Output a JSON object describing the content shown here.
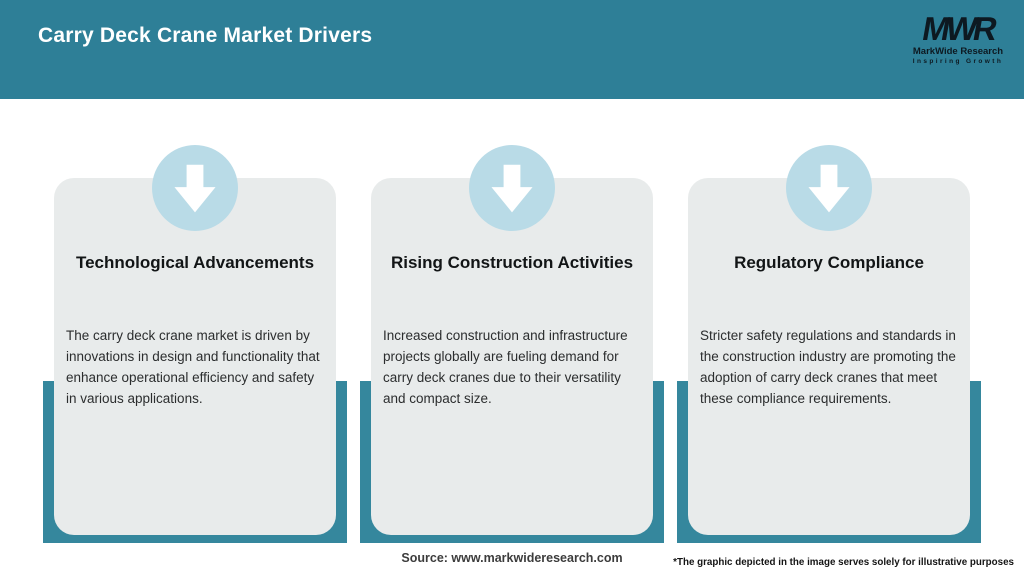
{
  "header": {
    "title": "Carry Deck Crane Market Drivers",
    "logo": {
      "monogram": "MWR",
      "name": "MarkWide Research",
      "tagline": "Inspiring Growth"
    }
  },
  "cards": [
    {
      "icon": "down-arrow-icon",
      "title": "Technological Advancements",
      "description": "The carry deck crane market is driven by innovations in design and functionality that enhance operational efficiency and safety in various applications."
    },
    {
      "icon": "down-arrow-icon",
      "title": "Rising Construction Activities",
      "description": "Increased construction and infrastructure projects globally are fueling demand for carry deck cranes due to their versatility and compact size."
    },
    {
      "icon": "down-arrow-icon",
      "title": "Regulatory Compliance",
      "description": "Stricter safety regulations and standards in the construction industry are promoting the adoption of carry deck cranes that meet these compliance requirements."
    }
  ],
  "footer": {
    "source": "Source: www.markwideresearch.com",
    "disclaimer": "*The graphic depicted in the image serves solely for illustrative purposes"
  },
  "colors": {
    "header_bg": "#2e7f97",
    "accent_bar": "#35879d",
    "card_bg": "#e8ebeb",
    "icon_circle_bg": "#b9dbe7",
    "icon_arrow": "#ffffff",
    "header_text": "#ffffff",
    "logo_text": "#0d1921"
  }
}
